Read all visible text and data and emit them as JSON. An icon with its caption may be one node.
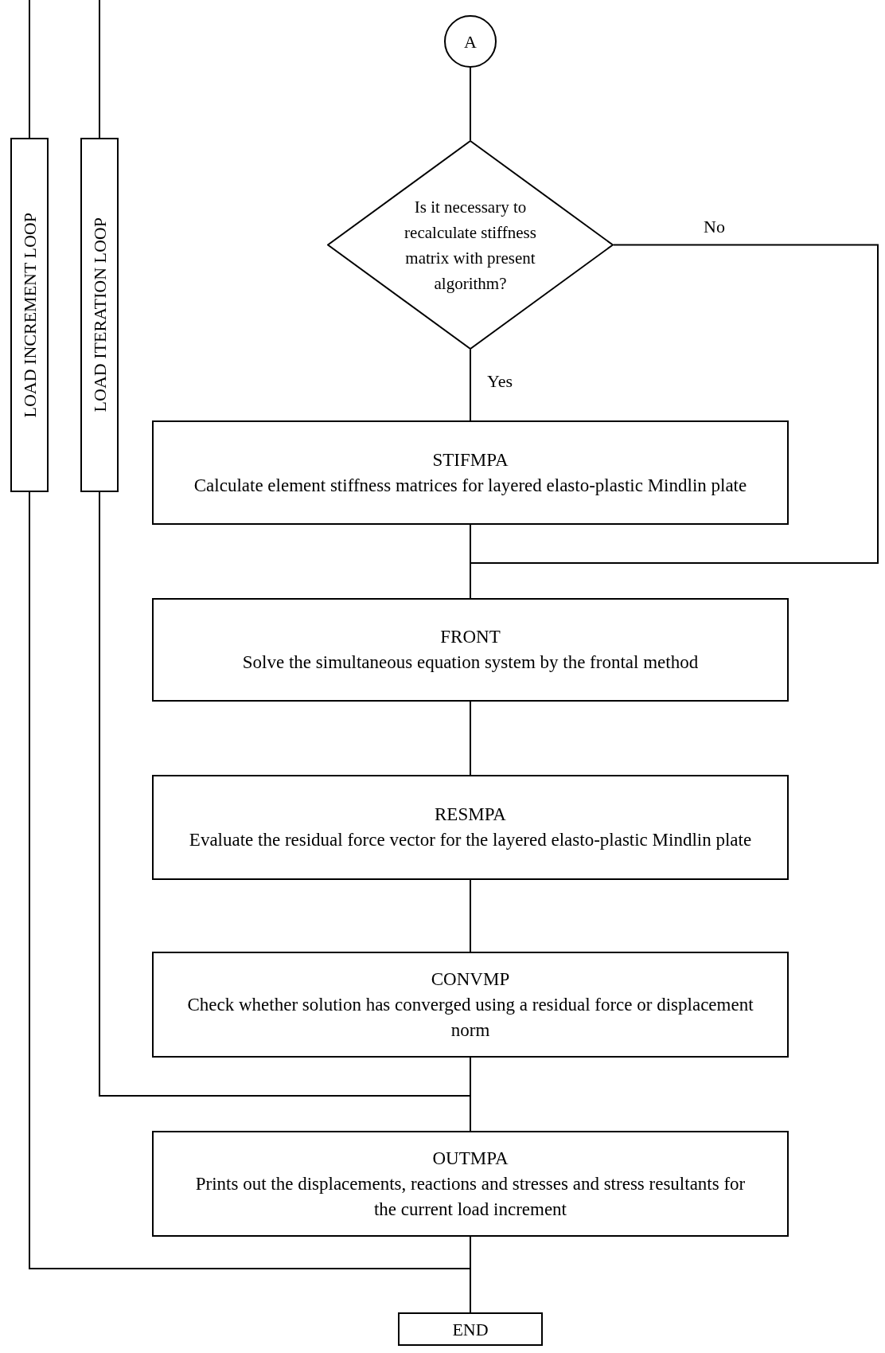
{
  "diagram": {
    "nodes": [
      {
        "text": [
          "A"
        ]
      },
      {
        "text": [
          "LOAD INCREMENT LOOP"
        ]
      },
      {
        "text": [
          "LOAD ITERATION LOOP"
        ]
      },
      {
        "text": [
          "Is it necessary to recalculate stiffness matrix with present algorithm?"
        ]
      },
      {
        "text": [
          "STIFMPA",
          "Calculate element stiffness matrices for layered elasto-plastic Mindlin plate"
        ]
      },
      {
        "text": [
          "FRONT",
          "Solve the simultaneous equation system by the frontal method"
        ]
      },
      {
        "text": [
          "RESMPA",
          "Evaluate the residual force vector for the layered elasto-plastic Mindlin plate"
        ]
      },
      {
        "text": [
          "CONVMP",
          "Check whether solution has converged using a residual force or displacement norm"
        ]
      },
      {
        "text": [
          "OUTMPA",
          "Prints out the displacements, reactions and stresses and stress resultants for the current load increment"
        ]
      },
      {
        "text": [
          "END"
        ]
      }
    ],
    "edges": [
      {
        "from": 0,
        "to": 3,
        "arrow": "none"
      },
      {
        "from": 3,
        "to": 4,
        "arrow": "none",
        "label": "Yes"
      },
      {
        "from": 3,
        "to": 5,
        "arrow": "none",
        "label": "No"
      },
      {
        "from": 4,
        "to": 5,
        "arrow": "none"
      },
      {
        "from": 5,
        "to": 6,
        "arrow": "none"
      },
      {
        "from": 6,
        "to": 7,
        "arrow": "none"
      },
      {
        "from": 7,
        "to": 8,
        "arrow": "none"
      },
      {
        "from": 8,
        "to": 9,
        "arrow": "none"
      },
      {
        "from": null,
        "to": 1,
        "arrow": "none"
      },
      {
        "from": null,
        "to": 2,
        "arrow": "none"
      },
      {
        "from": 1,
        "to": 9,
        "arrow": "none"
      },
      {
        "from": 2,
        "to": 8,
        "arrow": "none"
      }
    ]
  }
}
